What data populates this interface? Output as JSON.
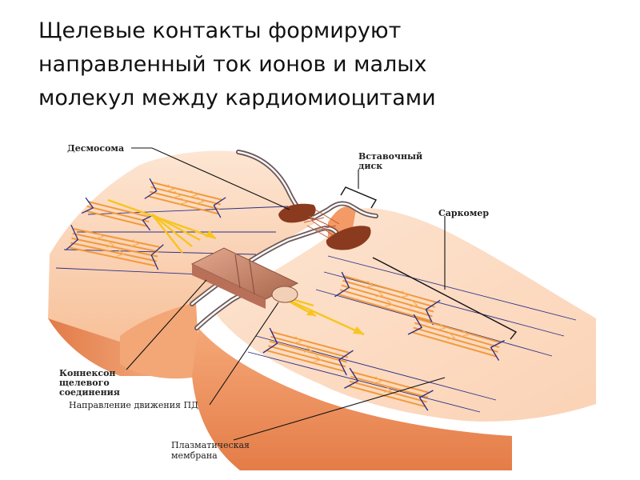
{
  "title": {
    "line1": "Щелевые контакты формируют",
    "line2": "направленный ток ионов и малых",
    "line3": "молекул между кардиомиоцитами"
  },
  "labels": {
    "desmosome": "Десмосома",
    "intercalated_disc_1": "Вставочный",
    "intercalated_disc_2": "диск",
    "sarcomere": "Саркомер",
    "connexon_1": "Коннексон",
    "connexon_2": "щелевого",
    "connexon_3": "соединения",
    "ap_direction": "Направление движения ПД",
    "membrane_1": "Плазматическая",
    "membrane_2": "мембрана"
  },
  "colors": {
    "cell_light": "#fde3cf",
    "cell_mid": "#f6b58c",
    "cell_dark": "#e88a5a",
    "actin_orange": "#f29a3c",
    "myosin_navy": "#2a2f86",
    "arrow_yellow": "#f7c51e",
    "desmosome_brown": "#8a3a1e",
    "connexon_tan": "#c9836a"
  }
}
